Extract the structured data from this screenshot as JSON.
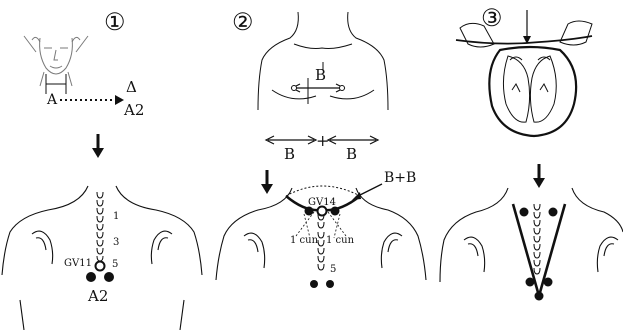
{
  "panels": [
    {
      "number": "①",
      "top_labels": {
        "A": "A",
        "A2": "A2",
        "delta": "Δ"
      },
      "spine_labels": {
        "s1": "1",
        "s3": "3",
        "s5": "5"
      },
      "point_label": "GV11",
      "bottom_label": "A2"
    },
    {
      "number": "②",
      "top_labels": {
        "B": "B",
        "B_left": "B",
        "B_right": "B",
        "plus": "+"
      },
      "callout": "B+B",
      "point_label": "GV14",
      "cun_left": "1 cun",
      "cun_right": "1 cun",
      "spine_label": "5"
    },
    {
      "number": "③"
    }
  ],
  "colors": {
    "ink": "#111111",
    "sketch": "#7a7a7a"
  }
}
